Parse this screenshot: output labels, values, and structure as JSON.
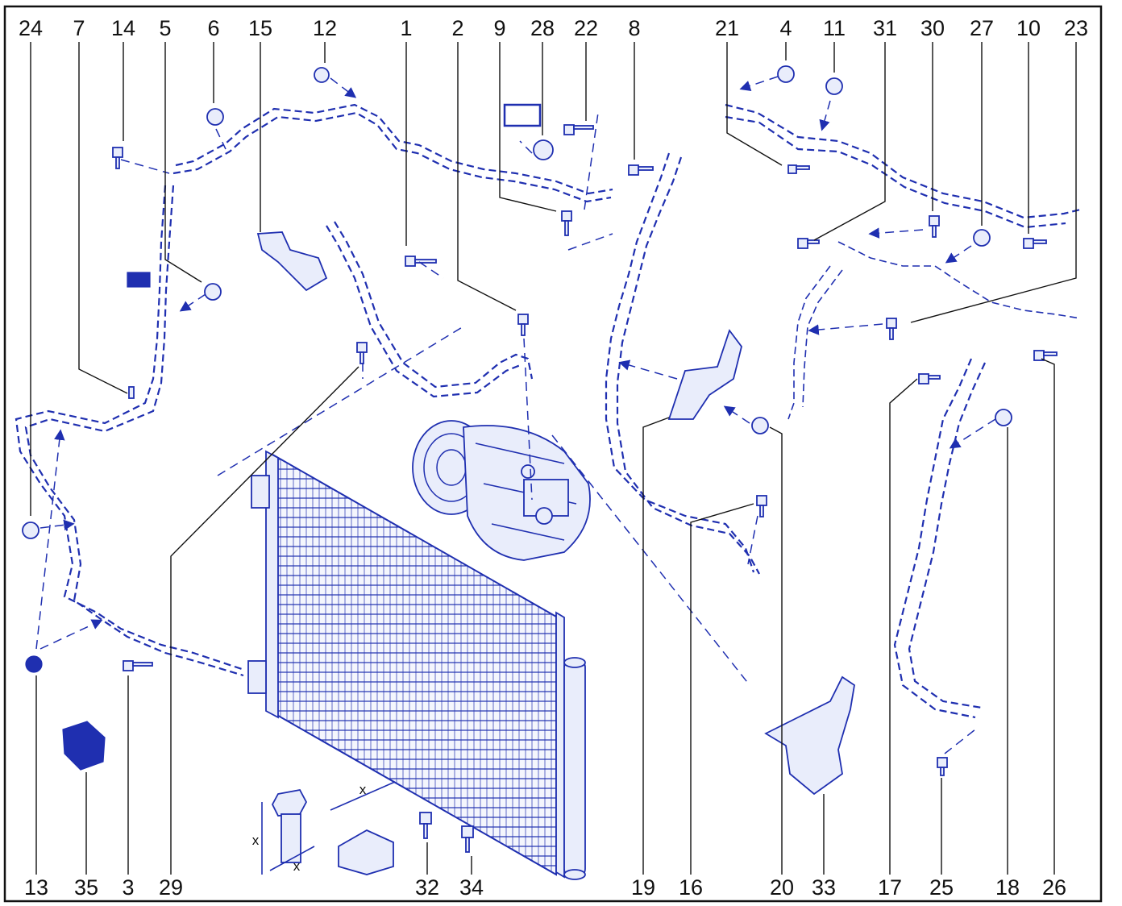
{
  "diagram": {
    "colors": {
      "line_art": "#1f2fb0",
      "frame": "#111111",
      "callout_text": "#111111",
      "background": "#ffffff"
    },
    "callouts_top": [
      "24",
      "7",
      "14",
      "5",
      "6",
      "15",
      "12",
      "1",
      "2",
      "9",
      "28",
      "22",
      "8",
      "21",
      "4",
      "11",
      "31",
      "30",
      "27",
      "10",
      "23"
    ],
    "callouts_bottom": [
      "13",
      "35",
      "3",
      "29",
      "32",
      "34",
      "19",
      "16",
      "20",
      "33",
      "17",
      "25",
      "18",
      "26"
    ],
    "dimension_labels": [
      "x",
      "x",
      "x"
    ]
  }
}
